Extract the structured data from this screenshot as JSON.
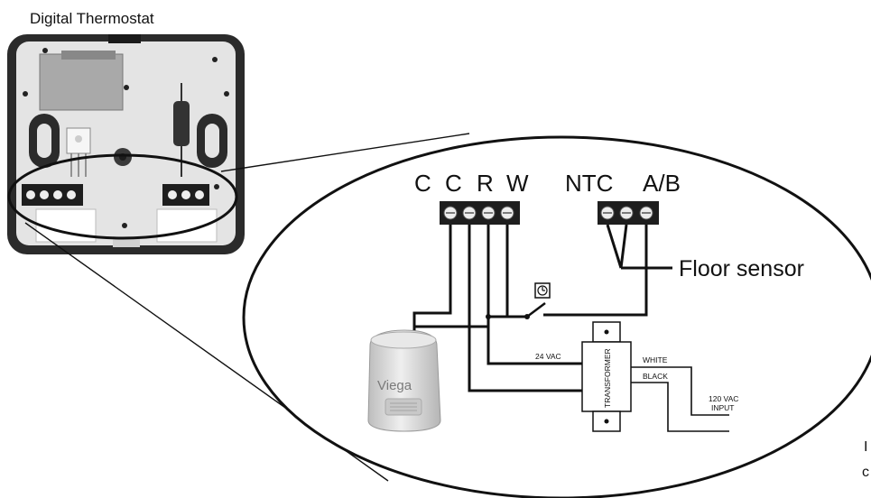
{
  "title": "Digital Thermostat",
  "terminals_left": [
    "C",
    "C",
    "R",
    "W"
  ],
  "terminals_right": [
    "NTC",
    "A/B"
  ],
  "sensor_label": "Floor sensor",
  "actuator_brand": "Viega",
  "transformer_label": "TRANSFORMER",
  "wire_labels": {
    "vac24": "24 VAC",
    "white": "WHITE",
    "black": "BLACK",
    "input_line1": "120 VAC",
    "input_line2": "INPUT"
  },
  "edge_fragments": [
    "I",
    "c"
  ],
  "colors": {
    "ink": "#111111",
    "housing": "#2b2b2b",
    "plate": "#e4e4e4",
    "actuator": "#d4d4d4"
  }
}
